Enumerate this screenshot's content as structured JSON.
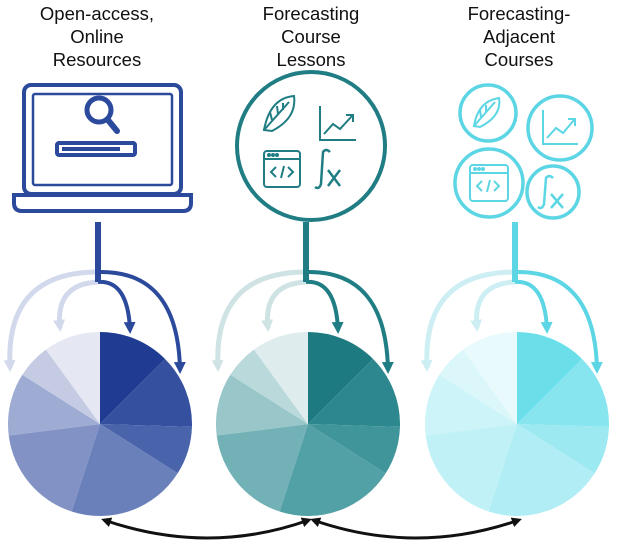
{
  "columns": [
    {
      "title_lines": [
        "Open-access,",
        "Online",
        "Resources"
      ],
      "icon": "laptop-search-icon",
      "colors": {
        "main": "#2c4a9c",
        "arrow_light": "#d3d9ec",
        "pie": [
          "#1f3b92",
          "#35509f",
          "#4a64ab",
          "#6a80bb",
          "#8292c5",
          "#9eabd3",
          "#c4cbe3",
          "#e5e8f3"
        ]
      }
    },
    {
      "title_lines": [
        "Forecasting",
        "Course",
        "Lessons"
      ],
      "icon": "course-topics-circle-icon",
      "colors": {
        "main": "#1f7d83",
        "arrow_light": "#cfe2e4",
        "pie": [
          "#1c7a80",
          "#2c888e",
          "#3f959a",
          "#52a1a6",
          "#72b1b5",
          "#98c6c9",
          "#bad9db",
          "#dfeced"
        ]
      }
    },
    {
      "title_lines": [
        "Forecasting-",
        "Adjacent",
        "Courses"
      ],
      "icon": "adjacent-courses-circles-icon",
      "colors": {
        "main": "#5cd6e4",
        "arrow_light": "#cdeff3",
        "pie": [
          "#6adfea",
          "#86e5ee",
          "#9ce9f1",
          "#b0edf4",
          "#c0f1f6",
          "#cdf4f8",
          "#dcf7fa",
          "#e9fafc"
        ]
      }
    }
  ],
  "pie_slice_shares": [
    0.125,
    0.13,
    0.085,
    0.21,
    0.18,
    0.11,
    0.06,
    0.1
  ],
  "connector_color": "#111111"
}
